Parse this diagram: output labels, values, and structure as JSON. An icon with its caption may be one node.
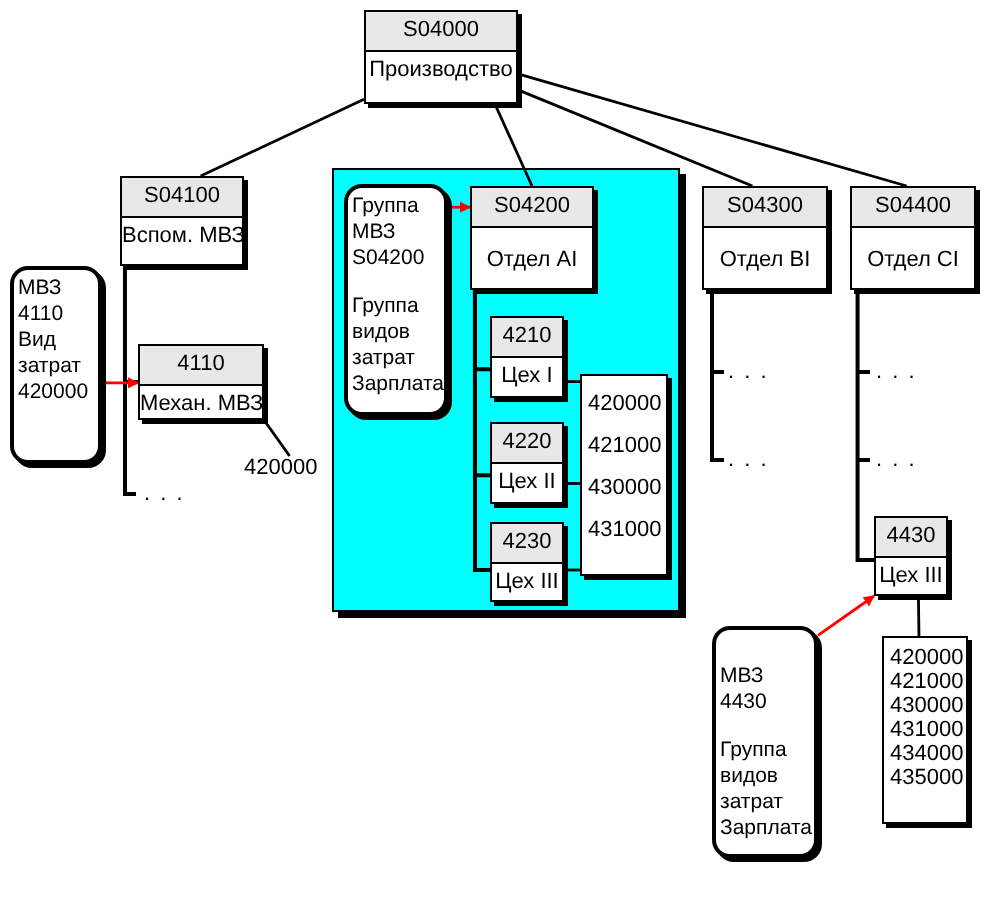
{
  "diagram": {
    "nodes": [
      {
        "text": [
          "S04000",
          "Производство"
        ]
      },
      {
        "text": [
          "S04100",
          "Вспом. МВЗ"
        ]
      },
      {
        "text": [],
        "shape": "box"
      },
      {
        "text": [
          "Группа МВЗ S04200",
          "Группа видов затрат Зарплата"
        ],
        "in": 2
      },
      {
        "text": [
          "S04200",
          "Отдел AI"
        ],
        "in": 2
      },
      {
        "text": [
          "4210",
          "Цех I"
        ],
        "in": 2
      },
      {
        "text": [
          "4220",
          "Цех II"
        ],
        "in": 2
      },
      {
        "text": [
          "4230",
          "Цех III"
        ],
        "in": 2
      },
      {
        "text": [
          "420000",
          "421000",
          "430000",
          "431000"
        ],
        "in": 2
      },
      {
        "text": [
          "S04300",
          "Отдел BI"
        ]
      },
      {
        "text": [
          "S04400",
          "Отдел CI"
        ]
      },
      {
        "text": [
          "МВЗ 4110 Вид затрат 420000"
        ]
      },
      {
        "text": [
          "4110",
          "Механ. МВЗ"
        ]
      },
      {
        "text": [
          "420000"
        ]
      },
      {
        "text": [
          "4430",
          "Цех III"
        ]
      },
      {
        "text": [
          "МВЗ 4430",
          "Группа видов затрат Зарплата"
        ]
      },
      {
        "text": [
          "420000",
          "421000",
          "430000",
          "431000",
          "434000",
          "435000"
        ]
      }
    ],
    "edges": [
      {
        "from": 0,
        "to": 1,
        "arrow": "none"
      },
      {
        "from": 0,
        "to": 4,
        "arrow": "none"
      },
      {
        "from": 0,
        "to": 9,
        "arrow": "none"
      },
      {
        "from": 0,
        "to": 10,
        "arrow": "none"
      },
      {
        "from": 1,
        "to": 12,
        "arrow": "none"
      },
      {
        "from": 3,
        "to": 4,
        "arrow": "to",
        "color": "#ff0000"
      },
      {
        "from": 11,
        "to": 12,
        "arrow": "to",
        "color": "#ff0000"
      },
      {
        "from": 4,
        "to": 5,
        "arrow": "none"
      },
      {
        "from": 4,
        "to": 6,
        "arrow": "none"
      },
      {
        "from": 4,
        "to": 7,
        "arrow": "none"
      },
      {
        "from": 5,
        "to": 8,
        "arrow": "none"
      },
      {
        "from": 6,
        "to": 8,
        "arrow": "none"
      },
      {
        "from": 7,
        "to": 8,
        "arrow": "none"
      },
      {
        "from": 10,
        "to": 14,
        "arrow": "none"
      },
      {
        "from": 14,
        "to": 16,
        "arrow": "none"
      },
      {
        "from": 15,
        "to": 14,
        "arrow": "to",
        "color": "#ff0000"
      },
      {
        "from": 13,
        "to": 12,
        "arrow": "none"
      }
    ],
    "labels": [
      ". . .",
      ". . .",
      ". . .",
      ". . .",
      ". . ."
    ]
  }
}
